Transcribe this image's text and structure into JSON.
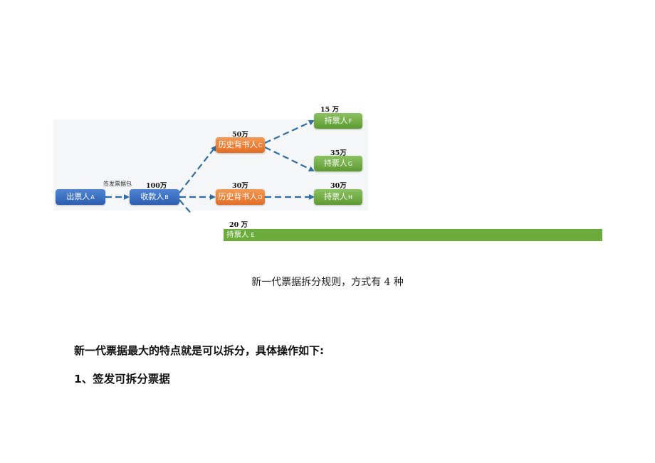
{
  "diagram": {
    "edge_label": "签发票据包",
    "nodes": {
      "drawer": {
        "label": "出票人",
        "suffix": "A"
      },
      "payee": {
        "label": "收款人",
        "suffix": "B",
        "amount": "100万"
      },
      "endorser_c": {
        "label": "历史背书人",
        "suffix": "C",
        "amount": "50万"
      },
      "endorser_d": {
        "label": "历史背书人",
        "suffix": "D",
        "amount": "30万"
      },
      "holder_f": {
        "label": "持票人",
        "suffix": "F",
        "amount": "15 万"
      },
      "holder_g": {
        "label": "持票人",
        "suffix": "G",
        "amount": "35万"
      },
      "holder_h": {
        "label": "持票人",
        "suffix": "H",
        "amount": "30万"
      },
      "holder_e": {
        "label": "持票人",
        "suffix": "E",
        "amount": "20 万"
      }
    },
    "colors": {
      "arrow": "#2e6ea3",
      "blue": "#3a6fc4",
      "orange": "#ea7b33",
      "green": "#6aab3c"
    }
  },
  "caption": "新一代票据拆分规则，方式有 4 种",
  "body": {
    "intro": "新一代票据最大的特点就是可以拆分，具体操作如下:",
    "heading_1": "1、签发可拆分票据"
  }
}
